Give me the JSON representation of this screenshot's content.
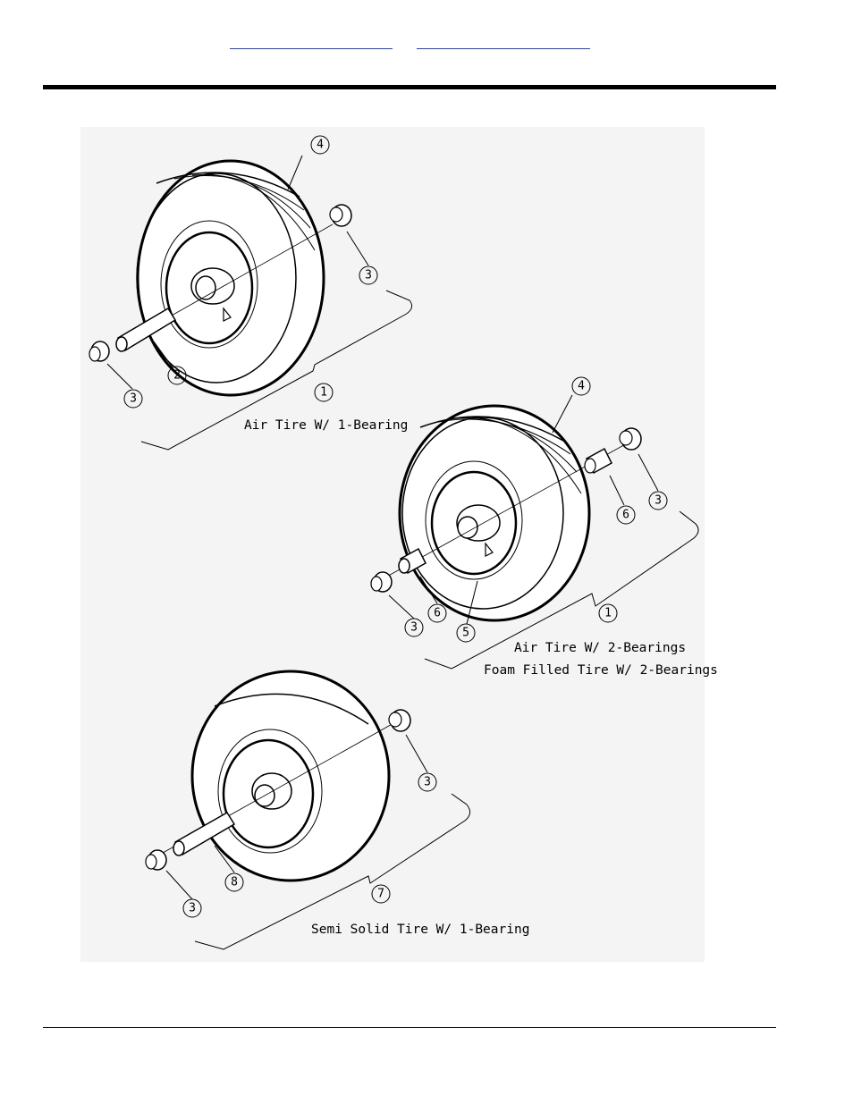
{
  "nav": {
    "links": [
      "",
      ""
    ]
  },
  "callouts": {
    "a1": "1",
    "a2": "2",
    "a3a": "3",
    "a3b": "3",
    "a4": "4",
    "b1": "1",
    "b3a": "3",
    "b3b": "3",
    "b4": "4",
    "b5": "5",
    "b6a": "6",
    "b6b": "6",
    "c3a": "3",
    "c3b": "3",
    "c7": "7",
    "c8": "8"
  },
  "captions": {
    "a": "Air Tire W/ 1-Bearing",
    "b1": "Air Tire W/ 2-Bearings",
    "b2": "Foam Filled Tire W/ 2-Bearings",
    "c": "Semi Solid Tire W/ 1-Bearing"
  }
}
